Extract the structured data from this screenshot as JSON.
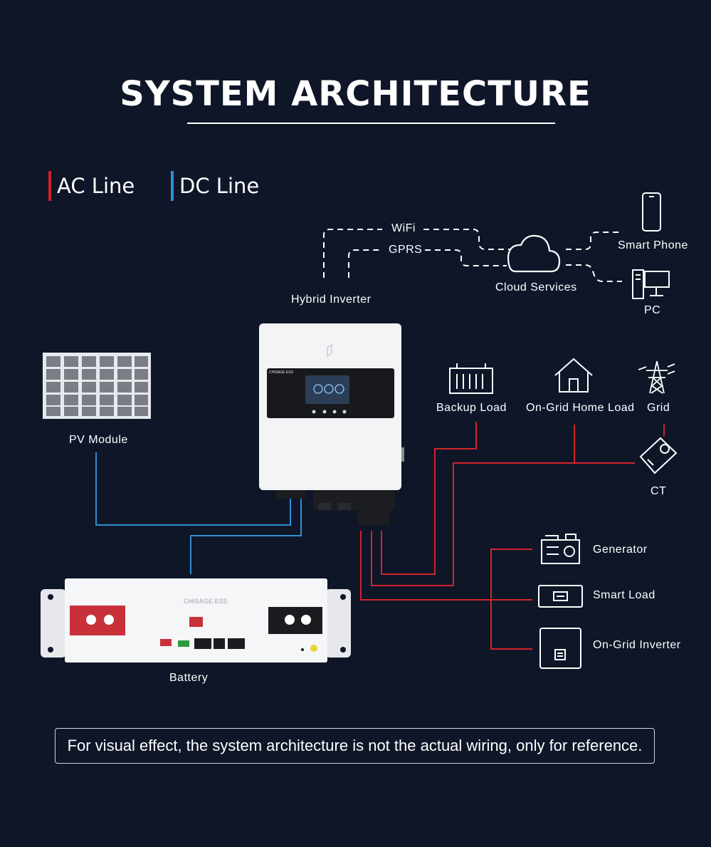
{
  "title": "SYSTEM ARCHITECTURE",
  "legend": {
    "ac": {
      "label": "AC Line",
      "color": "#d2232a"
    },
    "dc": {
      "label": "DC Line",
      "color": "#2f8fd4"
    }
  },
  "labels": {
    "wifi": "WiFi",
    "gprs": "GPRS",
    "hybrid_inverter": "Hybrid Inverter",
    "cloud_services": "Cloud Services",
    "smart_phone": "Smart Phone",
    "pc": "PC",
    "pv_module": "PV Module",
    "backup_load": "Backup Load",
    "on_grid_home_load": "On-Grid Home Load",
    "grid": "Grid",
    "ct": "CT",
    "generator": "Generator",
    "smart_load": "Smart Load",
    "on_grid_inverter": "On-Grid Inverter",
    "battery": "Battery"
  },
  "device_text": {
    "battery_brand": "CHISAGE ESS",
    "inverter_brand": "CHISAGE ESS"
  },
  "note": "For visual effect, the system architecture is not the actual wiring, only for reference."
}
